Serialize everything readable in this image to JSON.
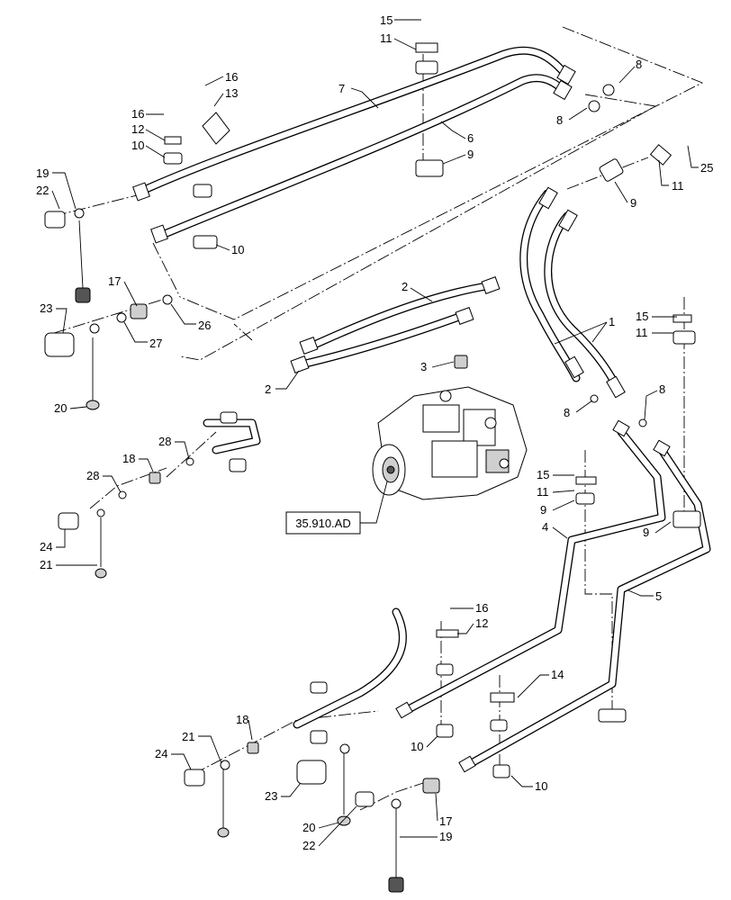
{
  "reference_box": {
    "label": "35.910.AD"
  },
  "callouts": [
    {
      "id": "c15a",
      "label": "15"
    },
    {
      "id": "c11a",
      "label": "11"
    },
    {
      "id": "c16a",
      "label": "16"
    },
    {
      "id": "c13",
      "label": "13"
    },
    {
      "id": "c7",
      "label": "7"
    },
    {
      "id": "c8a",
      "label": "8"
    },
    {
      "id": "c8b",
      "label": "8"
    },
    {
      "id": "c16b",
      "label": "16"
    },
    {
      "id": "c12a",
      "label": "12"
    },
    {
      "id": "c6",
      "label": "6"
    },
    {
      "id": "c10a",
      "label": "10"
    },
    {
      "id": "c9a",
      "label": "9"
    },
    {
      "id": "c19a",
      "label": "19"
    },
    {
      "id": "c22a",
      "label": "22"
    },
    {
      "id": "c25",
      "label": "25"
    },
    {
      "id": "c11b",
      "label": "11"
    },
    {
      "id": "c9b",
      "label": "9"
    },
    {
      "id": "c10b",
      "label": "10"
    },
    {
      "id": "c17a",
      "label": "17"
    },
    {
      "id": "c2a",
      "label": "2"
    },
    {
      "id": "c23a",
      "label": "23"
    },
    {
      "id": "c26",
      "label": "26"
    },
    {
      "id": "c27",
      "label": "27"
    },
    {
      "id": "c1",
      "label": "1"
    },
    {
      "id": "c15b",
      "label": "15"
    },
    {
      "id": "c11c",
      "label": "11"
    },
    {
      "id": "c3",
      "label": "3"
    },
    {
      "id": "c2b",
      "label": "2"
    },
    {
      "id": "c8c",
      "label": "8"
    },
    {
      "id": "c8d",
      "label": "8"
    },
    {
      "id": "c20a",
      "label": "20"
    },
    {
      "id": "c28a",
      "label": "28"
    },
    {
      "id": "c18a",
      "label": "18"
    },
    {
      "id": "c28b",
      "label": "28"
    },
    {
      "id": "c15c",
      "label": "15"
    },
    {
      "id": "c11d",
      "label": "11"
    },
    {
      "id": "c9c",
      "label": "9"
    },
    {
      "id": "c4",
      "label": "4"
    },
    {
      "id": "c9d",
      "label": "9"
    },
    {
      "id": "c24a",
      "label": "24"
    },
    {
      "id": "c21a",
      "label": "21"
    },
    {
      "id": "c5",
      "label": "5"
    },
    {
      "id": "c16c",
      "label": "16"
    },
    {
      "id": "c12b",
      "label": "12"
    },
    {
      "id": "c14",
      "label": "14"
    },
    {
      "id": "c18b",
      "label": "18"
    },
    {
      "id": "c21b",
      "label": "21"
    },
    {
      "id": "c24b",
      "label": "24"
    },
    {
      "id": "c10c",
      "label": "10"
    },
    {
      "id": "c10d",
      "label": "10"
    },
    {
      "id": "c23b",
      "label": "23"
    },
    {
      "id": "c17b",
      "label": "17"
    },
    {
      "id": "c20b",
      "label": "20"
    },
    {
      "id": "c22b",
      "label": "22"
    },
    {
      "id": "c19b",
      "label": "19"
    }
  ]
}
